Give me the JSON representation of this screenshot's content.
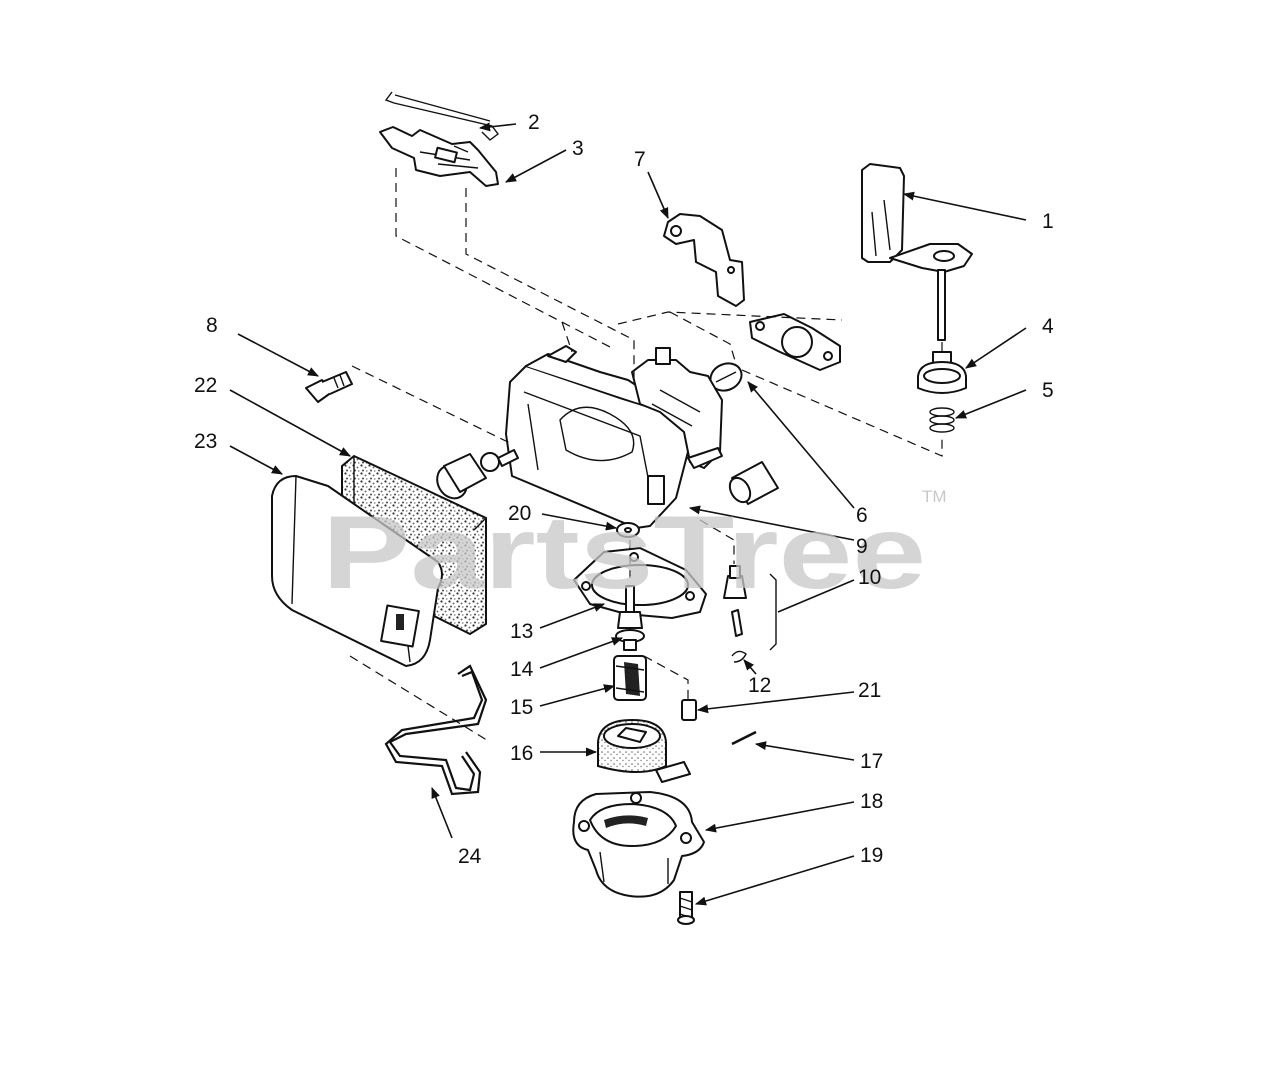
{
  "watermark": {
    "text": "PartsTree",
    "trademark": "TM"
  },
  "callouts": [
    {
      "id": "1",
      "label": "1"
    },
    {
      "id": "2",
      "label": "2"
    },
    {
      "id": "3",
      "label": "3"
    },
    {
      "id": "4",
      "label": "4"
    },
    {
      "id": "5",
      "label": "5"
    },
    {
      "id": "6",
      "label": "6"
    },
    {
      "id": "7",
      "label": "7"
    },
    {
      "id": "8",
      "label": "8"
    },
    {
      "id": "9",
      "label": "9"
    },
    {
      "id": "10",
      "label": "10"
    },
    {
      "id": "12",
      "label": "12"
    },
    {
      "id": "13",
      "label": "13"
    },
    {
      "id": "14",
      "label": "14"
    },
    {
      "id": "15",
      "label": "15"
    },
    {
      "id": "16",
      "label": "16"
    },
    {
      "id": "17",
      "label": "17"
    },
    {
      "id": "18",
      "label": "18"
    },
    {
      "id": "19",
      "label": "19"
    },
    {
      "id": "20",
      "label": "20"
    },
    {
      "id": "21",
      "label": "21"
    },
    {
      "id": "22",
      "label": "22"
    },
    {
      "id": "23",
      "label": "23"
    },
    {
      "id": "24",
      "label": "24"
    }
  ]
}
